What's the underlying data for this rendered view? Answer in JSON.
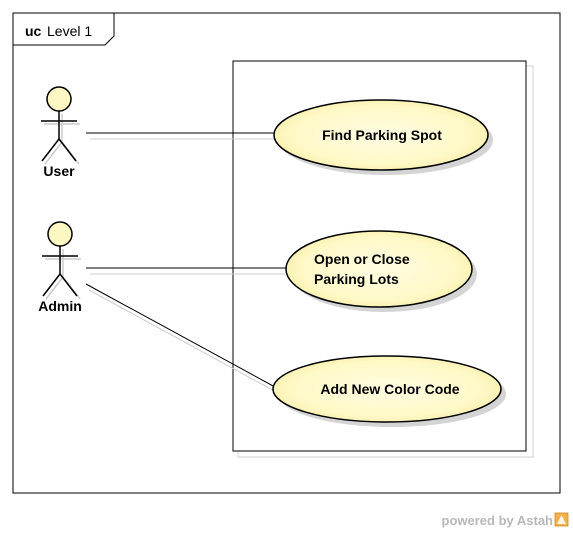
{
  "frame": {
    "keyword": "uc",
    "name": "Level 1"
  },
  "actors": {
    "user": {
      "label": "User"
    },
    "admin": {
      "label": "Admin"
    }
  },
  "use_cases": {
    "find_parking_spot": {
      "label": "Find Parking Spot"
    },
    "open_close_parking_lots": {
      "line1": "Open or Close",
      "line2": "Parking Lots"
    },
    "add_new_color_code": {
      "label": "Add New Color Code"
    }
  },
  "watermark": {
    "text": "powered by Astah"
  },
  "colors": {
    "use_case_fill": "#fffbd2",
    "use_case_fill_edge": "#f5eea8",
    "actor_head_fill": "#fdf7c3",
    "line": "#000000",
    "shadow": "#cccccc",
    "watermark": "#b8b8b8",
    "astah_logo": "#f0a030"
  }
}
